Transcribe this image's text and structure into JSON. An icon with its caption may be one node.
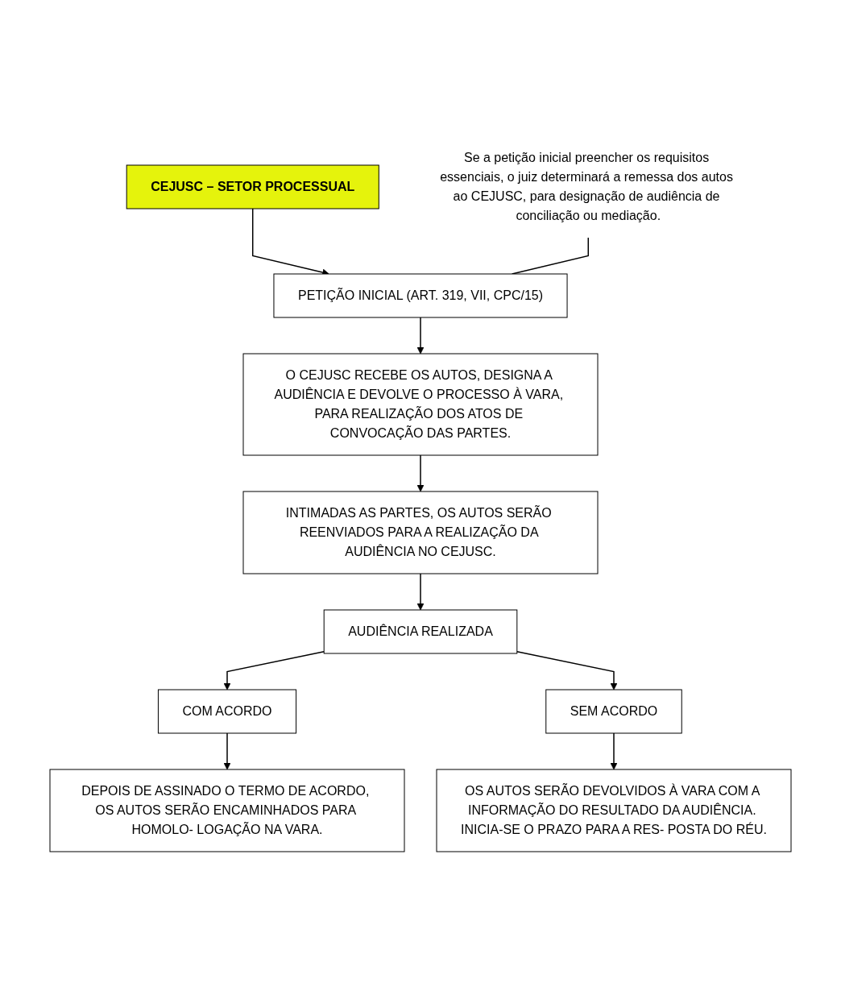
{
  "diagram": {
    "nodes": [
      {
        "text": [
          "CEJUSC – SETOR PROCESSUAL"
        ]
      },
      {
        "text": [
          "PETIÇÃO INICIAL (ART. 319, VII, CPC/15)"
        ]
      },
      {
        "text": [
          "Se a petição inicial preencher os requisitos essenciais, o juiz determinará a remessa dos autos ao CEJUSC, para designação de audiência de conciliação ou mediação."
        ]
      },
      {
        "text": [
          "O CEJUSC RECEBE OS AUTOS, DESIGNA A AUDIÊNCIA E DEVOLVE O PROCESSO À VARA, PARA REALIZAÇÃO DOS ATOS DE CONVOCAÇÃO DAS PARTES."
        ]
      },
      {
        "text": [
          "INTIMADAS AS PARTES, OS AUTOS SERÃO REENVIADOS PARA A REALIZAÇÃO DA AUDIÊNCIA NO CEJUSC."
        ]
      },
      {
        "text": [
          "AUDIÊNCIA REALIZADA"
        ]
      },
      {
        "text": [
          "COM ACORDO"
        ]
      },
      {
        "text": [
          "SEM ACORDO"
        ]
      },
      {
        "text": [
          "DEPOIS DE ASSINADO O TERMO DE ACORDO, OS AUTOS SERÃO ENCAMINHADOS PARA HOMOLO- LOGAÇÃO NA VARA."
        ]
      },
      {
        "text": [
          "OS AUTOS SERÃO DEVOLVIDOS À VARA COM A INFORMAÇÃO DO RESULTADO DA AUDIÊNCIA. INICIA-SE O PRAZO PARA A RES- POSTA DO RÉU."
        ]
      }
    ],
    "edges": [
      {
        "from": 0,
        "to": 1,
        "arrow": "to"
      },
      {
        "from": 2,
        "to": 1,
        "arrow": "none"
      },
      {
        "from": 1,
        "to": 3,
        "arrow": "to"
      },
      {
        "from": 3,
        "to": 4,
        "arrow": "to"
      },
      {
        "from": 4,
        "to": 5,
        "arrow": "to"
      },
      {
        "from": 5,
        "to": 6,
        "arrow": "to"
      },
      {
        "from": 5,
        "to": 7,
        "arrow": "to"
      },
      {
        "from": 6,
        "to": 8,
        "arrow": "to"
      },
      {
        "from": 7,
        "to": 9,
        "arrow": "to"
      }
    ]
  }
}
